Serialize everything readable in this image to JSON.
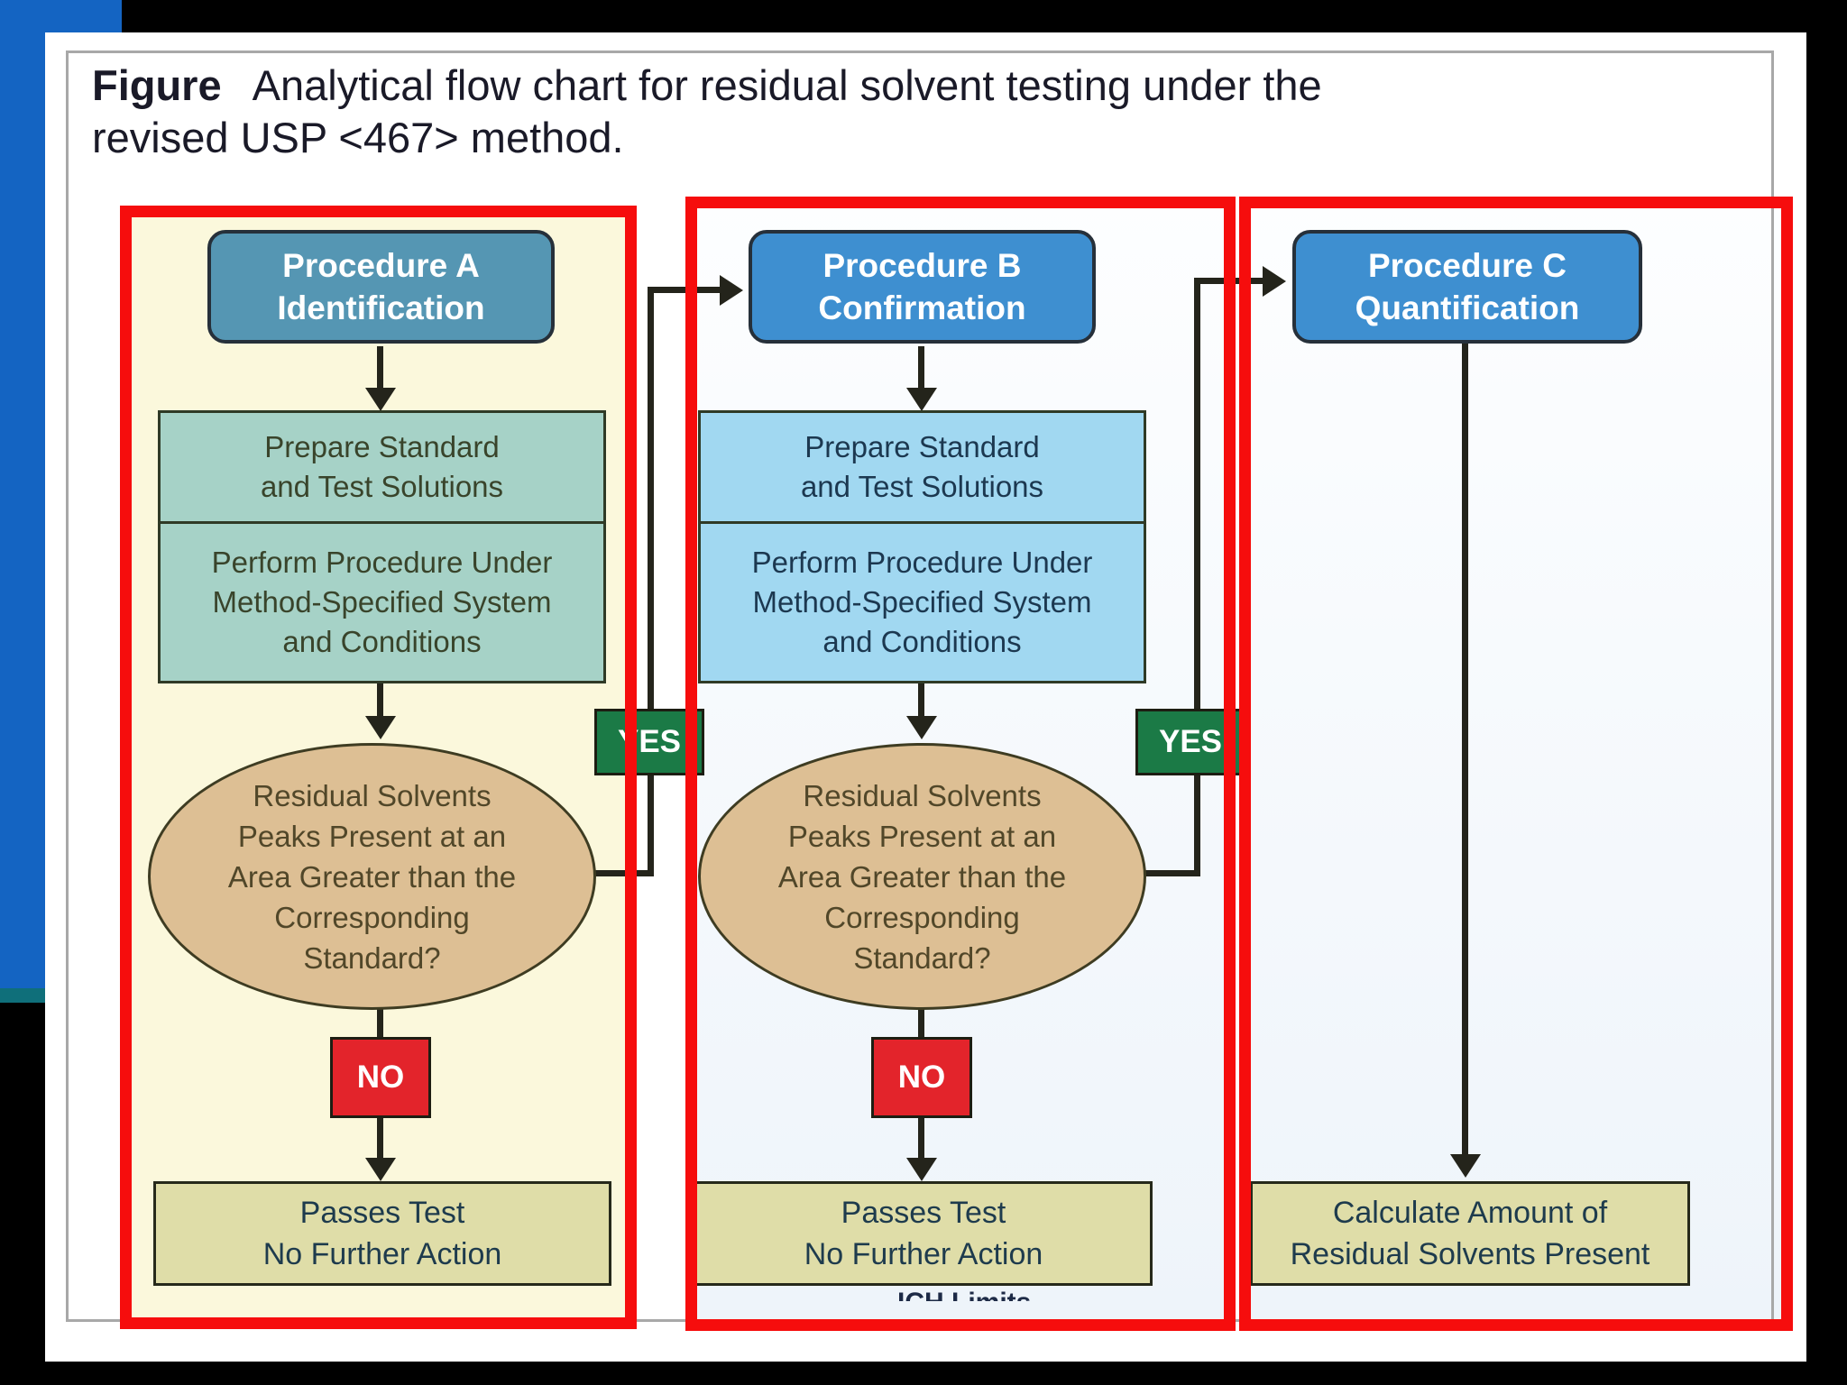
{
  "title": {
    "label": "Figure",
    "line1": "Analytical flow chart for residual solvent testing under the",
    "line2": "revised USP <467> method."
  },
  "columns": [
    {
      "header_line1": "Procedure A",
      "header_line2": "Identification",
      "step1_line1": "Prepare Standard",
      "step1_line2": "and Test Solutions",
      "step2_line1": "Perform Procedure Under",
      "step2_line2": "Method-Specified System",
      "step2_line3": "and Conditions",
      "decision_line1": "Residual Solvents",
      "decision_line2": "Peaks Present at an",
      "decision_line3": "Area Greater than the",
      "decision_line4": "Corresponding",
      "decision_line5": "Standard?",
      "yes_label": "YES",
      "no_label": "NO",
      "result_line1": "Passes Test",
      "result_line2": "No Further Action"
    },
    {
      "header_line1": "Procedure B",
      "header_line2": "Confirmation",
      "step1_line1": "Prepare Standard",
      "step1_line2": "and Test Solutions",
      "step2_line1": "Perform Procedure Under",
      "step2_line2": "Method-Specified System",
      "step2_line3": "and Conditions",
      "decision_line1": "Residual Solvents",
      "decision_line2": "Peaks Present at an",
      "decision_line3": "Area Greater than the",
      "decision_line4": "Corresponding",
      "decision_line5": "Standard?",
      "yes_label": "YES",
      "no_label": "NO",
      "result_line1": "Passes Test",
      "result_line2": "No Further Action"
    },
    {
      "header_line1": "Procedure C",
      "header_line2": "Quantification",
      "result_line1": "Calculate Amount of",
      "result_line2": "Residual Solvents Present"
    }
  ],
  "clipped_caption": "ICH Limits",
  "colors": {
    "slide_background": "#000000",
    "left_accent_blue": "#1464c2",
    "column_highlight_red": "#f60d0d",
    "column_a_fill": "#fbf8dc",
    "column_bc_fill": "#f2f6fa",
    "header_a_blue": "#5596b3",
    "header_bc_blue": "#3e8fd0",
    "step_a_teal": "#a6d2c7",
    "step_b_skyblue": "#a1d8f1",
    "decision_tan": "#ddbf94",
    "result_khaki": "#dfdda8",
    "yes_green": "#1b7a46",
    "no_red": "#e3242b",
    "connector_black": "#24241b"
  }
}
